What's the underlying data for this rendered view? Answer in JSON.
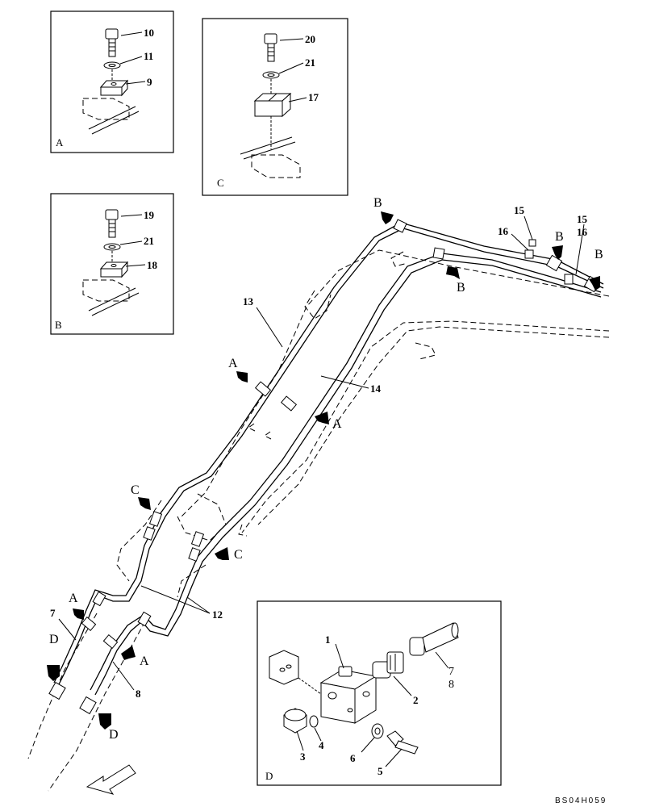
{
  "detail_a": {
    "letter": "A",
    "callouts": [
      "10",
      "11",
      "9"
    ]
  },
  "detail_b": {
    "letter": "B",
    "callouts": [
      "19",
      "21",
      "18"
    ]
  },
  "detail_c": {
    "letter": "C",
    "callouts": [
      "20",
      "21",
      "17"
    ]
  },
  "detail_d": {
    "letter": "D",
    "callouts": [
      "1",
      "2",
      "3",
      "4",
      "5",
      "6",
      "7",
      "8"
    ]
  },
  "main_callouts": {
    "c13": "13",
    "c14": "14",
    "c12": "12",
    "c7": "7",
    "c8": "8",
    "c15a": "15",
    "c16a": "16",
    "c15b": "15",
    "c16b": "16"
  },
  "view_arrows": {
    "b1": "B",
    "b2": "B",
    "b3": "B",
    "b4": "B",
    "a1": "A",
    "a2": "A",
    "a3": "A",
    "a4": "A",
    "c1": "C",
    "c2": "C",
    "d1": "D",
    "d2": "D"
  },
  "reference_code": "BS04H059"
}
